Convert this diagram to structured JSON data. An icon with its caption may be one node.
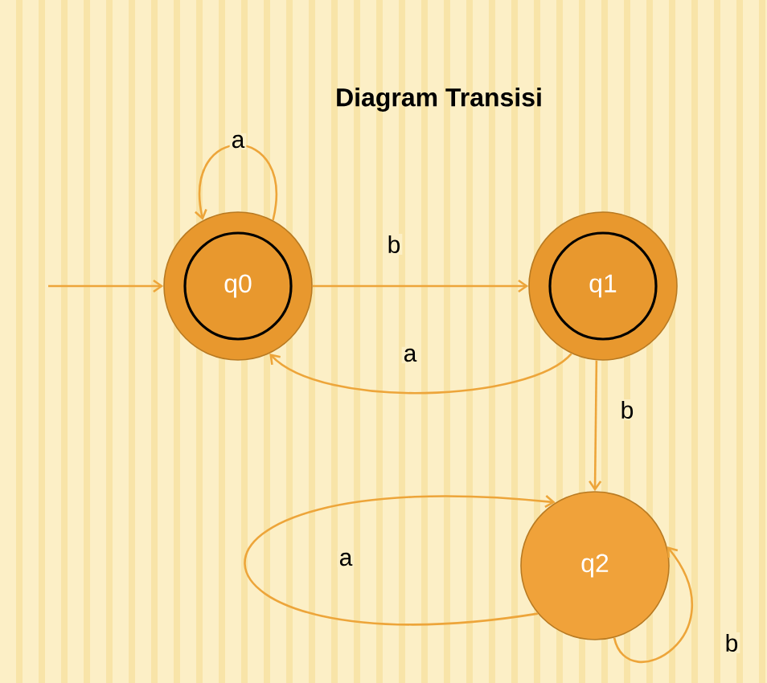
{
  "diagram": {
    "title": "Diagram Transisi",
    "nodes": [
      {
        "text": [
          "q0"
        ]
      },
      {
        "text": [
          "q1"
        ]
      },
      {
        "text": [
          "q2"
        ]
      }
    ],
    "edges": [
      {
        "from": null,
        "to": 0,
        "arrow": "to"
      },
      {
        "from": 0,
        "to": 0,
        "label": "a",
        "arrow": "to"
      },
      {
        "from": 0,
        "to": 1,
        "label": "b",
        "arrow": "to"
      },
      {
        "from": 1,
        "to": 0,
        "label": "a",
        "arrow": "to"
      },
      {
        "from": 1,
        "to": 2,
        "label": "b",
        "arrow": "to"
      },
      {
        "from": 2,
        "to": 2,
        "label": "a",
        "arrow": "to"
      },
      {
        "from": 2,
        "to": 2,
        "label": "b",
        "arrow": "to"
      }
    ]
  }
}
